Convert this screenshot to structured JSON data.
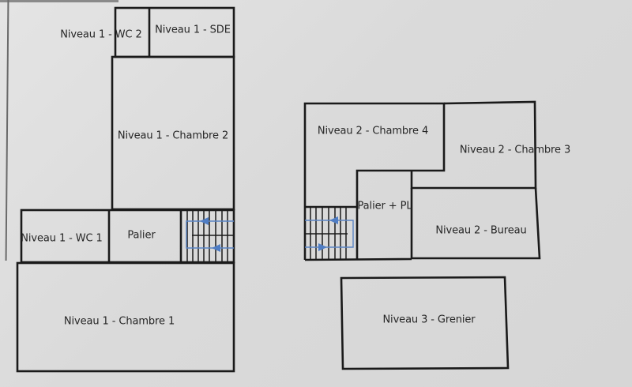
{
  "document": {
    "type": "floor-plan",
    "colors": {
      "paper": "#dcdcdc",
      "walls": "#1a1a1a",
      "text": "#262626",
      "stair_arrows": "#4f7dc4"
    }
  },
  "niveau_1": {
    "rooms": {
      "wc2": "Niveau 1 - WC 2",
      "sde": "Niveau 1 - SDE",
      "chambre2": "Niveau 1 - Chambre 2",
      "wc1": "Niveau 1 - WC 1",
      "palier": "Palier",
      "chambre1": "Niveau 1 - Chambre 1"
    },
    "stairs": {
      "direction": "left",
      "steps": 9
    }
  },
  "niveau_2": {
    "rooms": {
      "chambre4": "Niveau 2 - Chambre 4",
      "chambre3": "Niveau 2 - Chambre 3",
      "palier_pl": "Palier + PL",
      "bureau": "Niveau 2 - Bureau"
    },
    "stairs": {
      "direction": "left",
      "steps": 8
    }
  },
  "niveau_3": {
    "rooms": {
      "grenier": "Niveau 3 - Grenier"
    }
  }
}
